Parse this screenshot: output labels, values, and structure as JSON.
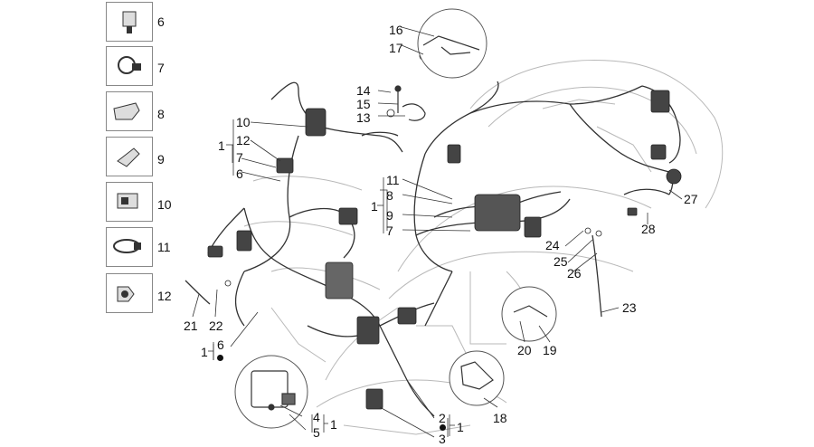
{
  "legend": [
    {
      "number": "6"
    },
    {
      "number": "7"
    },
    {
      "number": "8"
    },
    {
      "number": "9"
    },
    {
      "number": "10"
    },
    {
      "number": "11"
    },
    {
      "number": "12"
    }
  ],
  "labels": {
    "l16": "16",
    "l17": "17",
    "l14": "14",
    "l15": "15",
    "l13": "13",
    "l10a": "10",
    "l12a": "12",
    "l7a": "7",
    "l6a": "6",
    "l1a": "1",
    "l11b": "11",
    "l8b": "8",
    "l9b": "9",
    "l7b": "7",
    "l1b": "1",
    "l27": "27",
    "l28": "28",
    "l24": "24",
    "l25": "25",
    "l26": "26",
    "l23": "23",
    "l20": "20",
    "l19": "19",
    "l21": "21",
    "l22": "22",
    "l6c": "6",
    "l1c": "1",
    "l4": "4",
    "l5": "5",
    "l1d": "1",
    "l2": "2",
    "l3": "3",
    "l1e": "1",
    "l18": "18"
  }
}
